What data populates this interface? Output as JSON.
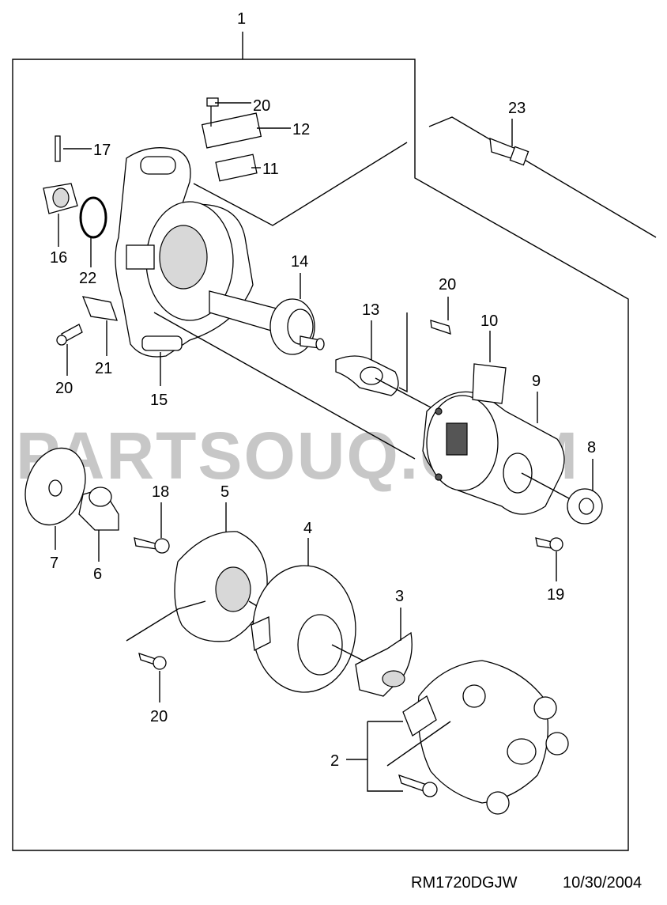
{
  "watermark": "PARTSOUQ.COM",
  "footer": {
    "code": "RM1720DGJW",
    "date": "10/30/2004"
  },
  "callouts": [
    {
      "id": "c1",
      "text": "1"
    },
    {
      "id": "c20a",
      "text": "20"
    },
    {
      "id": "c12",
      "text": "12"
    },
    {
      "id": "c11",
      "text": "11"
    },
    {
      "id": "c17",
      "text": "17"
    },
    {
      "id": "c23",
      "text": "23"
    },
    {
      "id": "c16",
      "text": "16"
    },
    {
      "id": "c22",
      "text": "22"
    },
    {
      "id": "c14",
      "text": "14"
    },
    {
      "id": "c20b",
      "text": "20"
    },
    {
      "id": "c13",
      "text": "13"
    },
    {
      "id": "c10",
      "text": "10"
    },
    {
      "id": "c21",
      "text": "21"
    },
    {
      "id": "c20c",
      "text": "20"
    },
    {
      "id": "c15",
      "text": "15"
    },
    {
      "id": "c9",
      "text": "9"
    },
    {
      "id": "c8",
      "text": "8"
    },
    {
      "id": "c7",
      "text": "7"
    },
    {
      "id": "c6",
      "text": "6"
    },
    {
      "id": "c18",
      "text": "18"
    },
    {
      "id": "c5",
      "text": "5"
    },
    {
      "id": "c4",
      "text": "4"
    },
    {
      "id": "c19",
      "text": "19"
    },
    {
      "id": "c3",
      "text": "3"
    },
    {
      "id": "c20d",
      "text": "20"
    },
    {
      "id": "c2",
      "text": "2"
    }
  ]
}
